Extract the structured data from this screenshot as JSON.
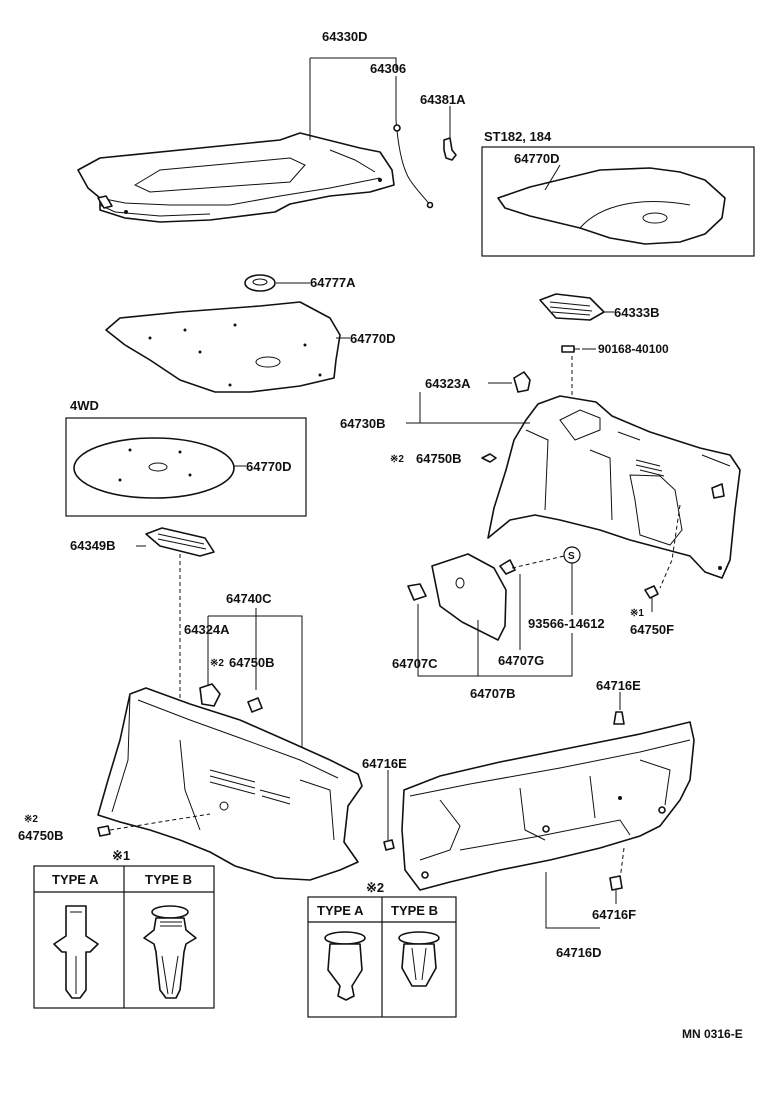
{
  "labels": {
    "p64330D": "64330D",
    "p64306": "64306",
    "p64381A": "64381A",
    "st_models": "ST182, 184",
    "p64770D_st": "64770D",
    "p64777A": "64777A",
    "p64770D_main": "64770D",
    "p64333B": "64333B",
    "p90168": "90168-40100",
    "p64323A": "64323A",
    "p64730B": "64730B",
    "p64750B_right": "64750B",
    "fourwd": "4WD",
    "p64770D_4wd": "64770D",
    "p64349B": "64349B",
    "p64740C": "64740C",
    "p64324A": "64324A",
    "p64750B_mid": "64750B",
    "p64707C": "64707C",
    "p64707G": "64707G",
    "p64707B": "64707B",
    "p93566": "93566-14612",
    "p64750F": "64750F",
    "circle_s": "S",
    "p64716E_top": "64716E",
    "p64716E_mid": "64716E",
    "p64750B_left": "64750B",
    "p64716F": "64716F",
    "p64716D": "64716D",
    "note1_mark": "※1",
    "note2_mark": "※2",
    "mark2_a": "※2",
    "mark2_b": "※2",
    "mark2_c": "※2",
    "mark1_a": "※1",
    "footer_code": "MN 0316-E"
  },
  "clip_table_1": {
    "title": "※1",
    "type_a": "TYPE A",
    "type_b": "TYPE B"
  },
  "clip_table_2": {
    "title": "※2",
    "type_a": "TYPE A",
    "type_b": "TYPE B"
  }
}
